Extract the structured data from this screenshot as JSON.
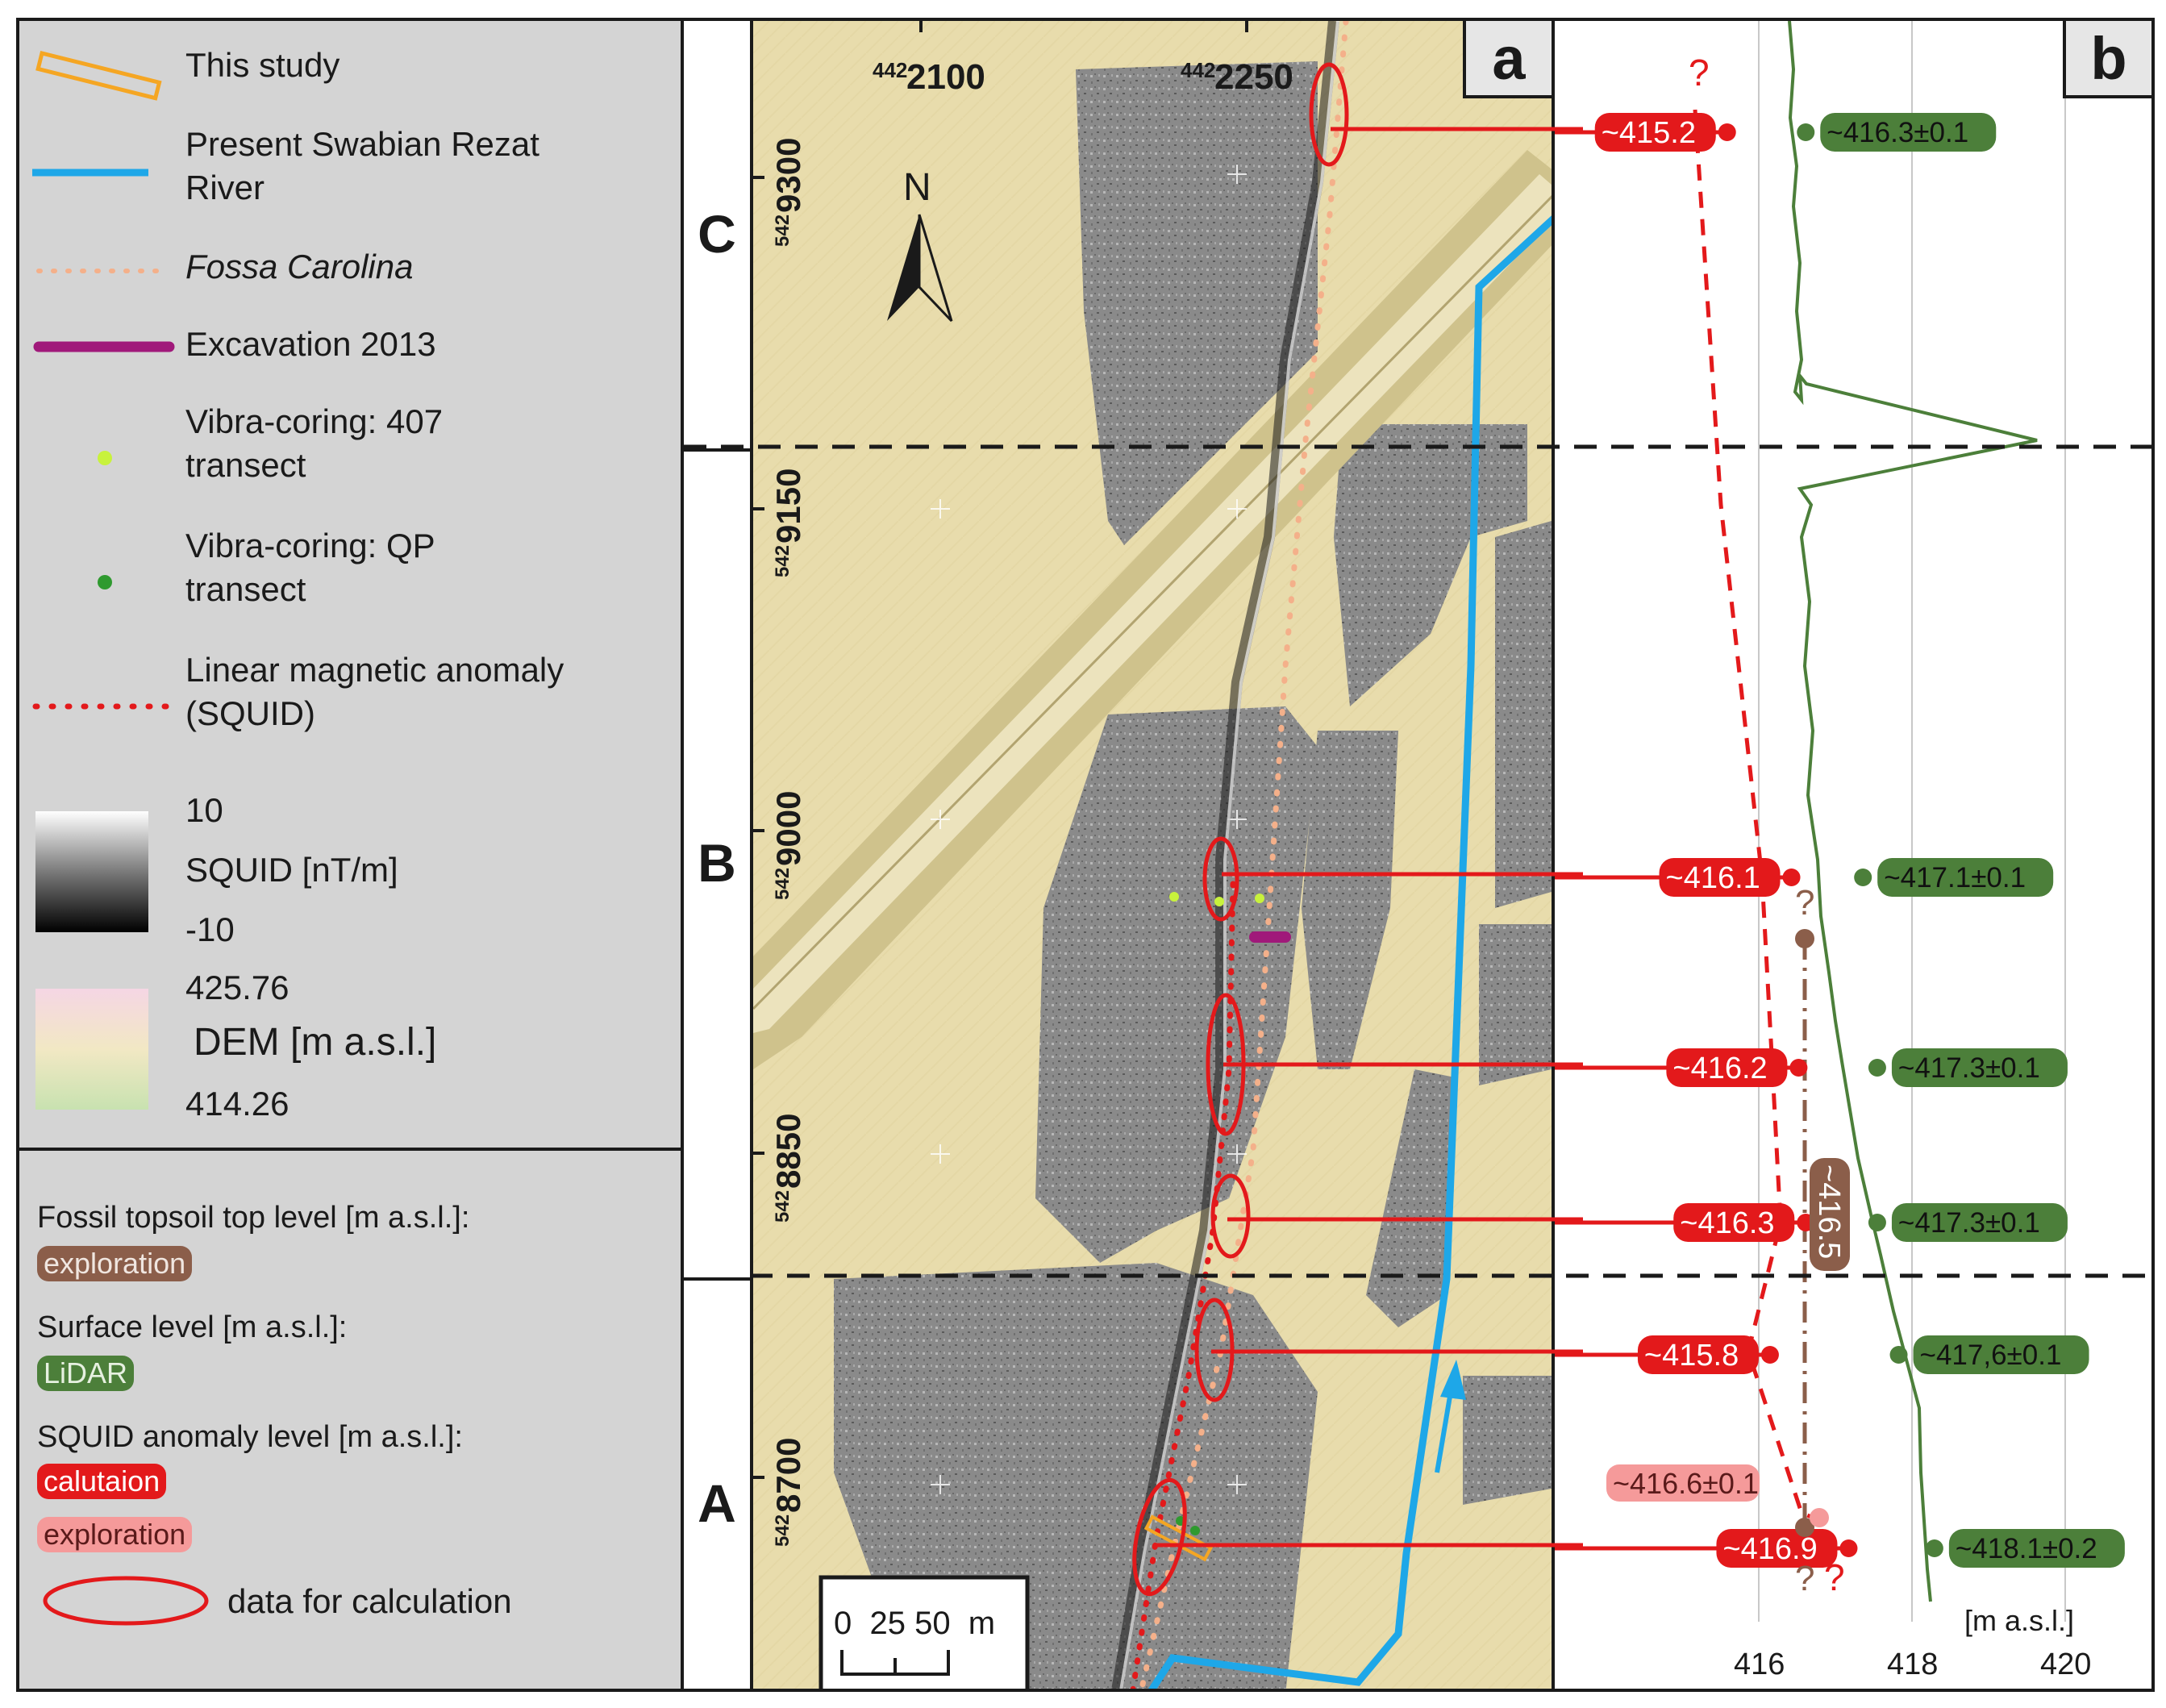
{
  "legend": {
    "this_study": "This study",
    "river_line1": "Present Swabian Rezat",
    "river_line2": "River",
    "fossa": "Fossa Carolina",
    "excavation": "Excavation 2013",
    "vibra407_line1": "Vibra-coring: 407",
    "vibra407_line2": "transect",
    "vibraqp_line1": "Vibra-coring: QP",
    "vibraqp_line2": "transect",
    "anomaly_line1": "Linear magnetic anomaly",
    "anomaly_line2": "(SQUID)",
    "squid_max": "10",
    "squid_label": "SQUID [nT/m]",
    "squid_min": "-10",
    "dem_max": "425.76",
    "dem_label": "DEM [m a.s.l.]",
    "dem_min": "414.26",
    "fossil_title": "Fossil topsoil top level [m a.s.l.]:",
    "fossil_tag": "exploration",
    "surface_title": "Surface level [m a.s.l.]:",
    "surface_tag": "LiDAR",
    "squid_level_title": "SQUID anomaly level  [m a.s.l.]:",
    "squid_tag_calc": "calutaion",
    "squid_tag_expl": "exploration",
    "ellipse_label": "data for calculation"
  },
  "colors": {
    "this_study": "#f5a623",
    "river": "#1ea7e8",
    "fossa": "#f4b08a",
    "excavation": "#a0197a",
    "vibra407": "#c8f23c",
    "vibraqp": "#2f9a2f",
    "anomaly": "#e3191b",
    "fossil": "#8b5e4a",
    "lidar": "#4c7f3a",
    "calc": "#e3191b",
    "expl": "#f59a9a"
  },
  "zones": {
    "c": "C",
    "b": "B",
    "a": "A"
  },
  "map": {
    "panel_letter": "a",
    "coord_top_1_prefix": "442",
    "coord_top_1": "2100",
    "coord_top_2_prefix": "442",
    "coord_top_2": "2250",
    "coord_left_prefix": "542",
    "coord_left": [
      "9300",
      "9150",
      "9000",
      "8850",
      "8700"
    ],
    "north": "N",
    "scale_text": "0  25 50  m"
  },
  "profile": {
    "panel_letter": "b",
    "unit": "[m a.s.l.]",
    "x_ticks": [
      "416",
      "418",
      "420"
    ],
    "question": "?",
    "calc_labels": [
      "~415.2",
      "~416.1",
      "~416.2",
      "~416.3",
      "~415.8",
      "~416.9"
    ],
    "lidar_labels": [
      "~416.3±0.1",
      "~417.1±0.1",
      "~417.3±0.1",
      "~417.3±0.1",
      "~417,6±0.1",
      "~418.1±0.2"
    ],
    "expl_label": "~416.6±0.1",
    "fossil_label": "~416.5"
  },
  "chart_data": {
    "type": "line",
    "xlabel": "[m a.s.l.]",
    "xlim": [
      413.5,
      421
    ],
    "series": [
      {
        "values": [
          415.2,
          416.1,
          416.2,
          416.3,
          415.8,
          416.9
        ]
      },
      {
        "values": [
          416.3,
          417.1,
          417.3,
          417.3,
          417.6,
          418.1
        ]
      }
    ]
  }
}
